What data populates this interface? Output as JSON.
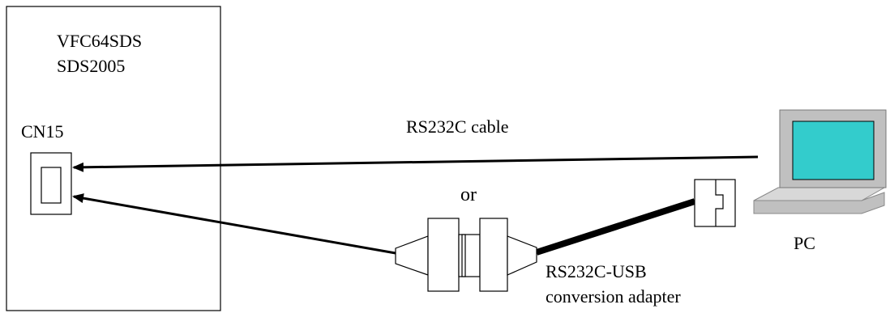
{
  "device": {
    "model_line1": "VFC64SDS",
    "model_line2": "SDS2005",
    "connector": "CN15"
  },
  "connections": {
    "cable_label": "RS232C cable",
    "alternative_label": "or",
    "adapter_label_line1": "RS232C-USB",
    "adapter_label_line2": "conversion adapter"
  },
  "pc": {
    "label": "PC",
    "screen_color": "#33CCCC",
    "body_color": "#C0C0C0"
  }
}
